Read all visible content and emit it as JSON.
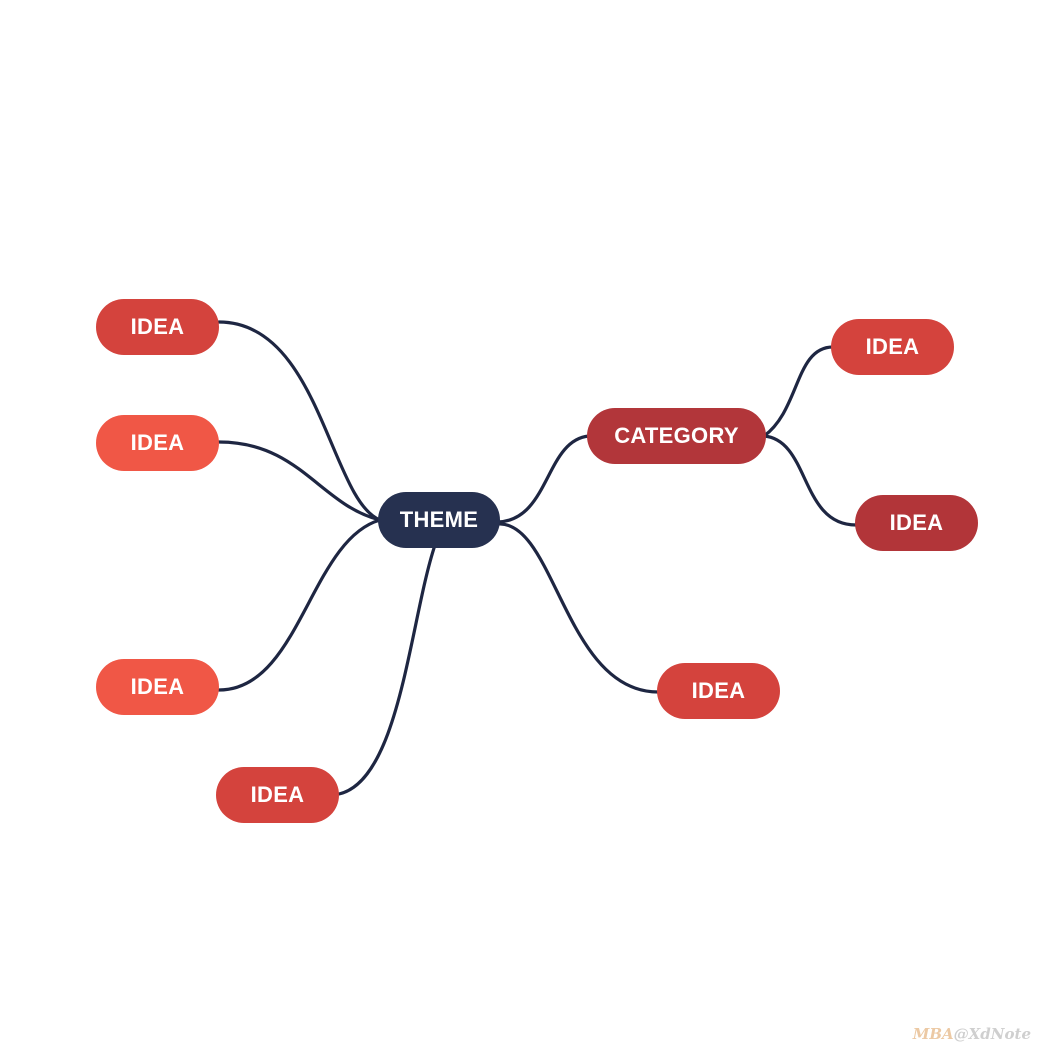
{
  "colors": {
    "theme": "#263150",
    "category": "#b2363a",
    "idea_red": "#d4433d",
    "idea_coral": "#f05746",
    "idea_dark": "#b23539",
    "link": "#1e2642"
  },
  "diagram": {
    "theme": {
      "label": "THEME"
    },
    "category": {
      "label": "CATEGORY"
    },
    "ideas": [
      {
        "label": "IDEA"
      },
      {
        "label": "IDEA"
      },
      {
        "label": "IDEA"
      },
      {
        "label": "IDEA"
      },
      {
        "label": "IDEA"
      },
      {
        "label": "IDEA"
      },
      {
        "label": "IDEA"
      }
    ]
  },
  "watermark": {
    "brand": "MBA",
    "handle": "@XdNote"
  }
}
